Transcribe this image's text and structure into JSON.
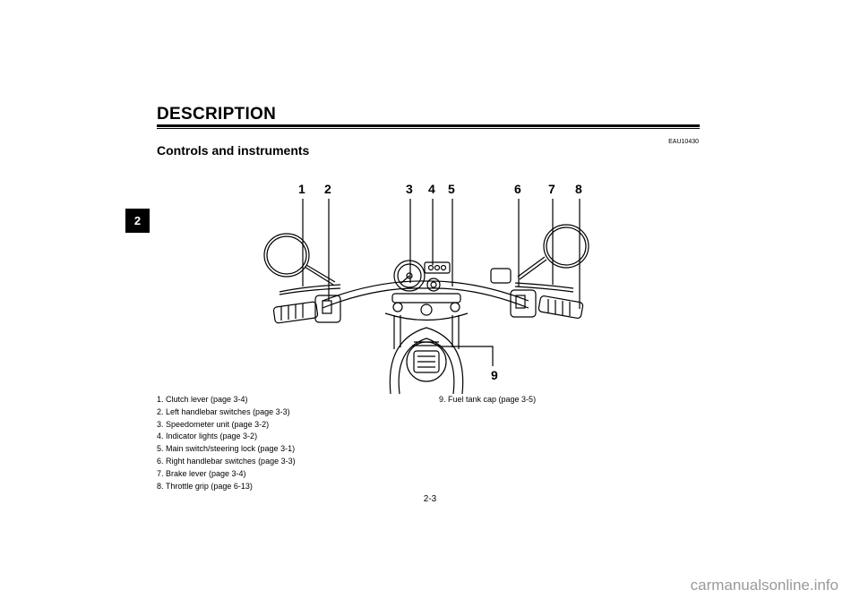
{
  "header": {
    "title": "DESCRIPTION"
  },
  "chapter_tab": "2",
  "code": "EAU10430",
  "section_title": "Controls and instruments",
  "callouts": [
    "1",
    "2",
    "3",
    "4",
    "5",
    "6",
    "7",
    "8",
    "9"
  ],
  "legend_left": [
    "1. Clutch lever (page 3-4)",
    "2. Left handlebar switches (page 3-3)",
    "3. Speedometer unit (page 3-2)",
    "4. Indicator lights (page 3-2)",
    "5. Main switch/steering lock (page 3-1)",
    "6. Right handlebar switches (page 3-3)",
    "7. Brake lever (page 3-4)",
    "8. Throttle grip (page 6-13)"
  ],
  "legend_right": [
    "9. Fuel tank cap (page 3-5)"
  ],
  "page_number": "2-3",
  "watermark": "carmanualsonline.info"
}
